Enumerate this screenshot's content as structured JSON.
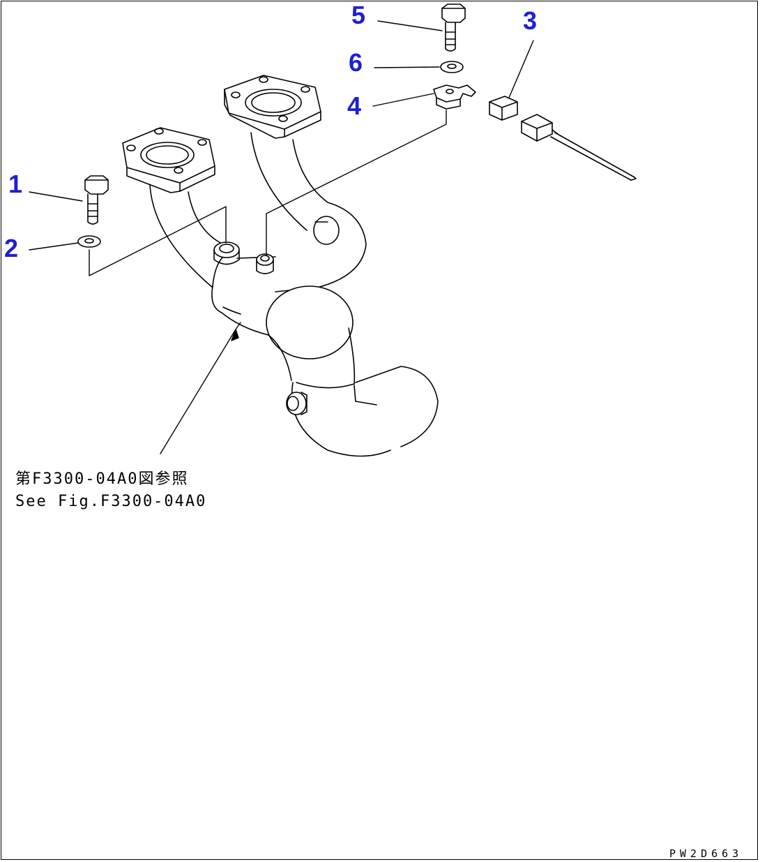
{
  "callouts": {
    "c1": "1",
    "c2": "2",
    "c3": "3",
    "c4": "4",
    "c5": "5",
    "c6": "6"
  },
  "reference": {
    "japanese": "第F3300-04A0図参照",
    "english": "See Fig.F3300-04A0"
  },
  "drawing_code": "PW2D663",
  "colors": {
    "callout": "#1f1fd0",
    "line": "#000000",
    "background": "#ffffff"
  }
}
